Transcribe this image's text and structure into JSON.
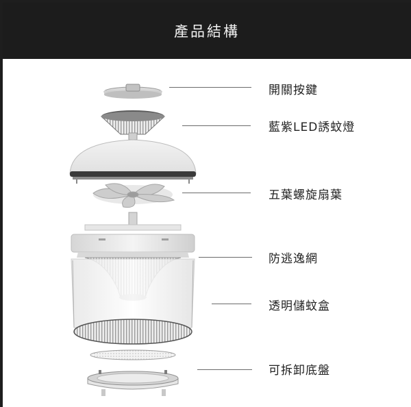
{
  "header": {
    "title": "產品結構"
  },
  "labels": {
    "power_button": "開關按鍵",
    "uv_led": "藍紫LED誘蚊燈",
    "fan": "五葉螺旋扇葉",
    "anti_escape": "防逃逸網",
    "storage_box": "透明儲蚊盒",
    "base_tray": "可拆卸底盤"
  },
  "colors": {
    "header_bg": "#1c1c1c",
    "panel_bg": "#ffffff",
    "line": "#6a6a6a"
  }
}
